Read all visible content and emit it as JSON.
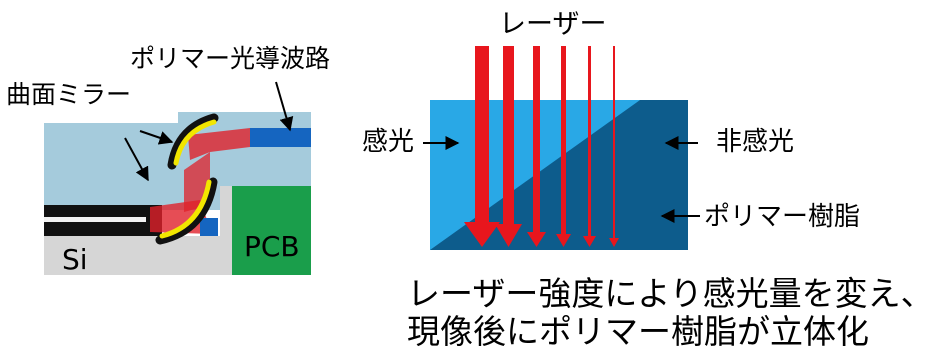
{
  "left_diagram": {
    "label_mirror": "曲面ミラー",
    "label_waveguide": "ポリマー光導波路",
    "label_si": "Si",
    "label_pcb": "PCB"
  },
  "right_diagram": {
    "label_laser": "レーザー",
    "label_exposed": "感光",
    "label_unexposed": "非感光",
    "label_polymer_tree": "ポリマー樹脂"
  },
  "caption": {
    "line1": "レーザー強度により感光量を変え、",
    "line2": "現像後にポリマー樹脂が立体化"
  },
  "colors": {
    "cladding": "#a5cbdc",
    "core": "#1565c0",
    "pcb": "#1a9e4b",
    "si": "#d6d6d6",
    "beam": "#e0202a",
    "mirror": "#f2e600",
    "exposed": "#29a8e6",
    "unexposed": "#0d5c8c",
    "laser": "#e8161d"
  }
}
